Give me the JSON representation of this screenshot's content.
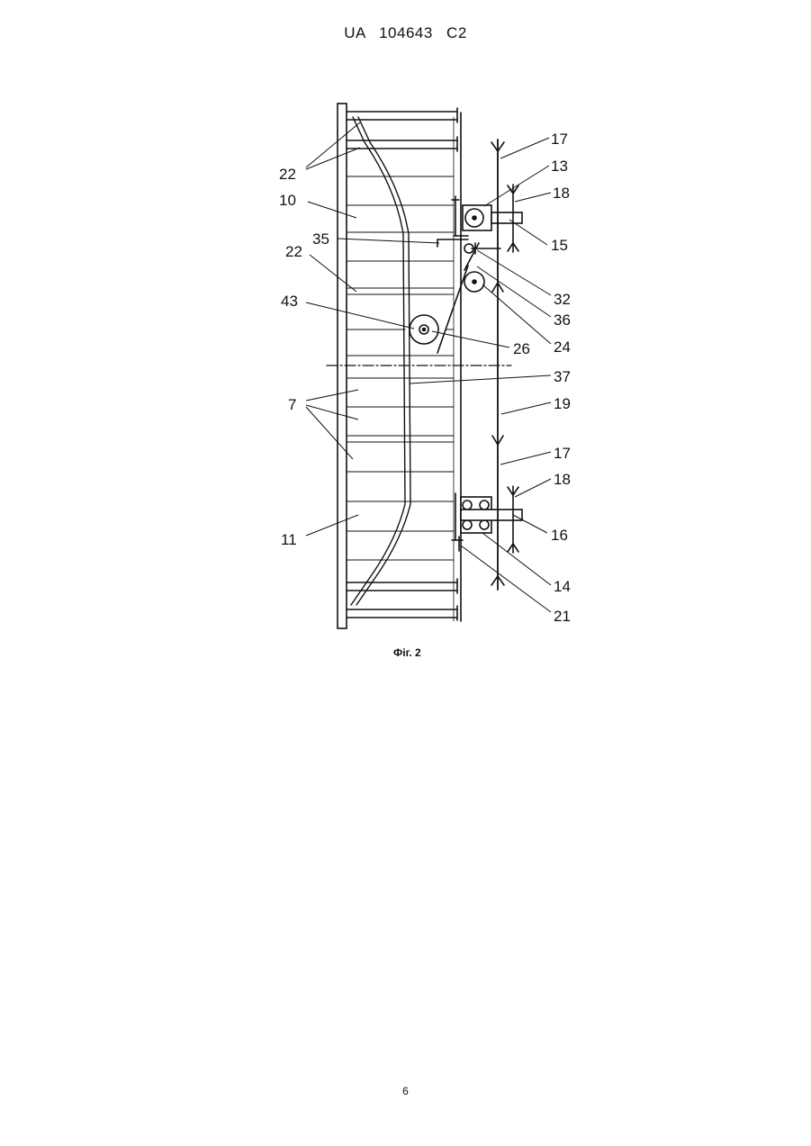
{
  "header": {
    "patent": "UA   104643   C2"
  },
  "figure": {
    "caption": "Фіг. 2",
    "labels": {
      "l22a": "22",
      "l10": "10",
      "l35": "35",
      "l22b": "22",
      "l43": "43",
      "l7": "7",
      "l11": "11",
      "l17a": "17",
      "l13": "13",
      "l18a": "18",
      "l15": "15",
      "l32": "32",
      "l36": "36",
      "l24": "24",
      "l26": "26",
      "l37": "37",
      "l19": "19",
      "l17b": "17",
      "l18b": "18",
      "l16": "16",
      "l14": "14",
      "l21": "21"
    }
  },
  "footer": {
    "page_number": "6"
  }
}
